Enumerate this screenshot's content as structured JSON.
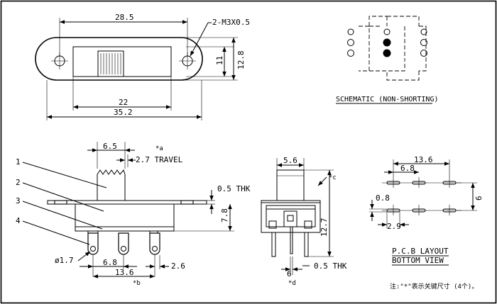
{
  "top_view": {
    "dim_width_holes": "28.5",
    "dim_hole_note": "2-M3X0.5",
    "dim_inner_height": "11",
    "dim_outer_height": "12.8",
    "dim_slot": "22",
    "dim_total": "35.2"
  },
  "schematic": {
    "title": "SCHEMATIC (NON-SHORTING)"
  },
  "side_view": {
    "dim_actuator": "6.5",
    "note_a": "*a",
    "dim_travel": "2.7 TRAVEL",
    "dim_thk": "0.5 THK",
    "dim_height": "7.8",
    "callouts": [
      "1",
      "2",
      "3",
      "4"
    ],
    "dim_hole": "ø1.7",
    "dim_pitch": "6.8",
    "dim_span": "13.6",
    "note_b": "*b",
    "dim_pin": "2.6"
  },
  "end_view": {
    "dim_width": "5.6",
    "note_c": "*c",
    "dim_height": "12.7",
    "dim_base": "6",
    "dim_thk": "0.5 THK",
    "note_d": "*d"
  },
  "pcb_layout": {
    "dim_total": "13.6",
    "dim_pitch": "6.8",
    "dim_row": "6",
    "dim_pad": "0.8",
    "dim_offset": "2.9",
    "title": "P.C.B LAYOUT",
    "subtitle": "BOTTOM VIEW"
  },
  "footnote": "注:\"*\"表示关键尺寸 (4个)。"
}
